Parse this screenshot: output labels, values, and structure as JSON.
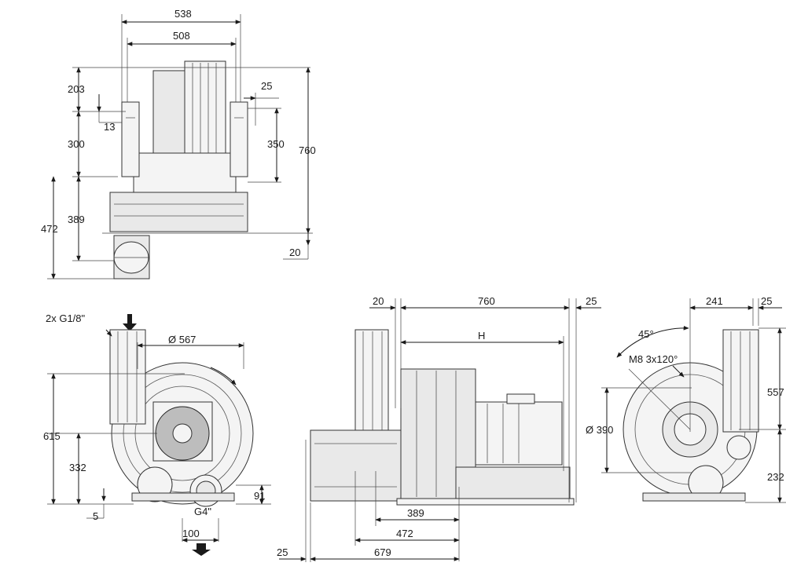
{
  "top_view": {
    "dim_overall_width": "538",
    "dim_frame_width": "508",
    "dim_top_offset": "203",
    "dim_lug": "13",
    "dim_mid": "300",
    "dim_base": "389",
    "dim_left_total": "472",
    "dim_side_gap": "25",
    "dim_side_span": "350",
    "dim_total_height": "760",
    "dim_foot": "20"
  },
  "front_view": {
    "label_ports": "2x G1/8\"",
    "dim_diameter": "Ø 567",
    "dim_height": "615",
    "dim_axis": "332",
    "dim_foot": "5",
    "dim_port_height": "91",
    "label_outlet": "G4\"",
    "dim_outlet_width": "100"
  },
  "side_view": {
    "dim_left_gap": "20",
    "dim_length": "760",
    "dim_right_gap": "25",
    "label_h": "H",
    "dim_389": "389",
    "dim_472": "472",
    "dim_679": "679",
    "dim_25": "25"
  },
  "rear_view": {
    "dim_offset": "241",
    "dim_gap": "25",
    "label_angle": "45°",
    "label_thread": "M8 3x120°",
    "dim_bolt_circle": "Ø 390",
    "dim_557": "557",
    "dim_232": "232"
  }
}
